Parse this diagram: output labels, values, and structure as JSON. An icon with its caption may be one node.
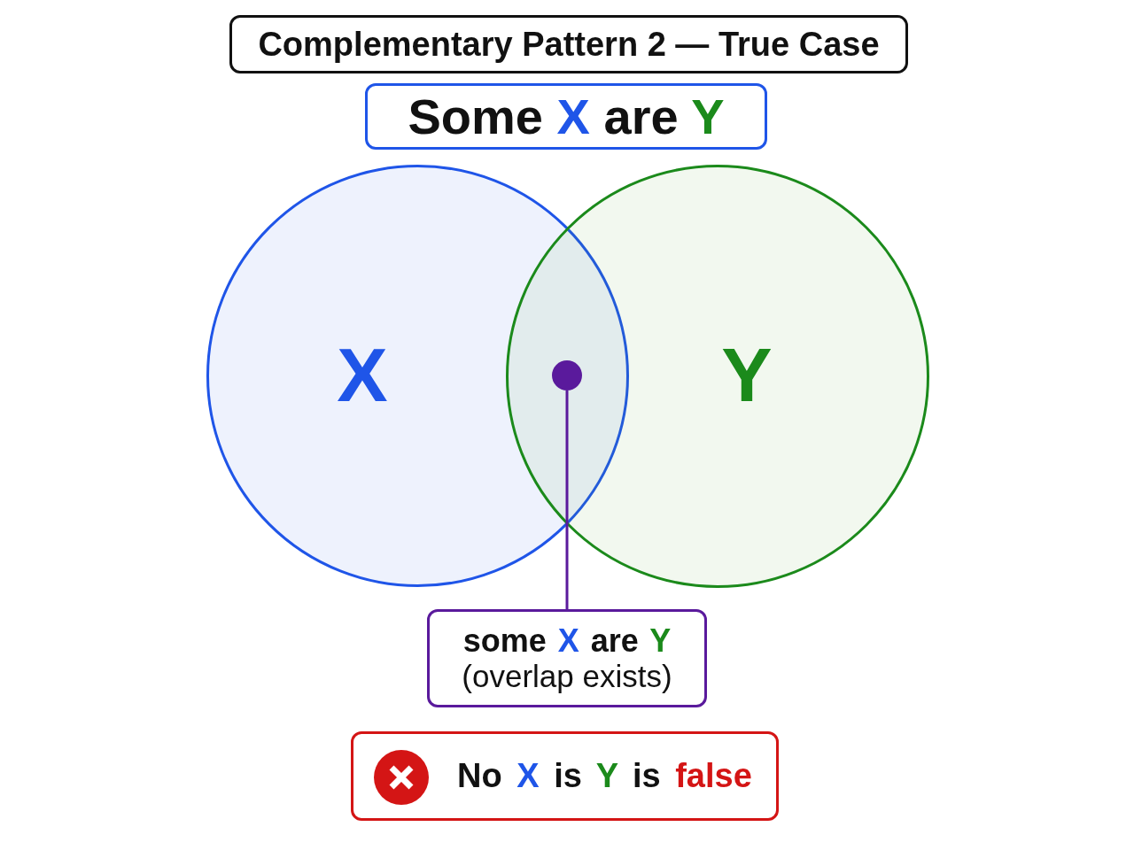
{
  "diagram": {
    "title": "Complementary Pattern 2 — True Case",
    "nodes": [
      {
        "text": [
          "Some X are Y"
        ]
      },
      {
        "text": [
          "X"
        ]
      },
      {
        "text": [
          "Y"
        ]
      },
      {
        "text": [],
        "shape": "circle"
      },
      {
        "text": [
          "some X are Y",
          "(overlap exists)"
        ]
      },
      {
        "text": [
          "No X is Y is false"
        ]
      }
    ],
    "edges": [
      {
        "from": 4,
        "to": 3,
        "arrow": "none"
      }
    ]
  }
}
